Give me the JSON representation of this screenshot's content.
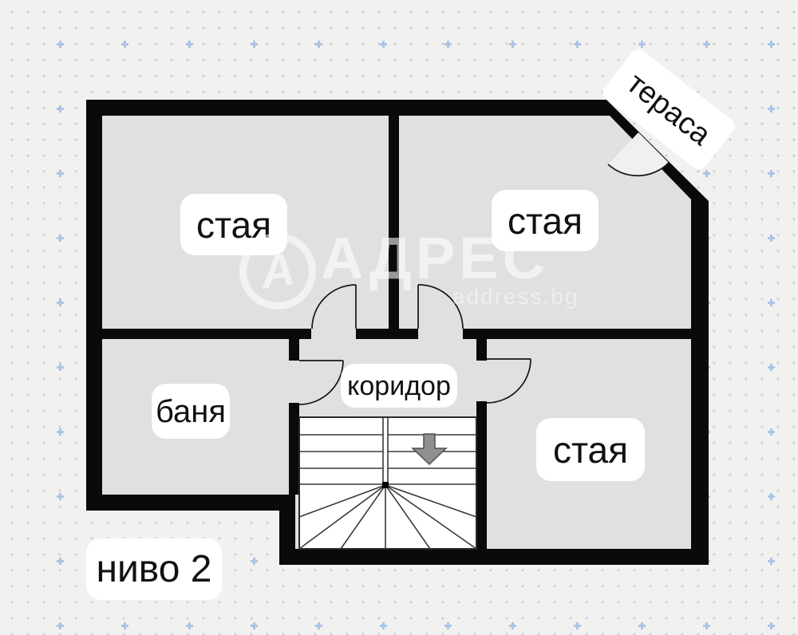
{
  "colors": {
    "background": "#f1f1f0",
    "wall": "#0a0a0a",
    "floor": "#e0e0e0",
    "label_background": "#ffffff",
    "label_text": "#111111",
    "stair_line": "#3a3a3a",
    "stairs_background": "#ffffff",
    "arrow_fill": "#8f8f8f",
    "arrow_stroke": "#4f4f4f",
    "dot": "#d2d2d2",
    "plus_marker": "#aac4e6",
    "watermark": "rgba(255,255,255,0.58)",
    "watermark_soft": "rgba(255,255,255,0.45)",
    "door_swing": "#f0f0f0"
  },
  "floorplan": {
    "level_label": "ниво 2",
    "rooms": {
      "top_left": {
        "label": "стая"
      },
      "top_right": {
        "label": "стая"
      },
      "bottom_right": {
        "label": "стая"
      },
      "bathroom": {
        "label": "баня"
      },
      "corridor": {
        "label": "коридор"
      },
      "terrace": {
        "label": "тераса"
      }
    },
    "stairs": {
      "direction_icon": "down-arrow"
    }
  },
  "watermark": {
    "logo_letter": "А",
    "brand": "АДРЕС",
    "site": "address.bg"
  }
}
